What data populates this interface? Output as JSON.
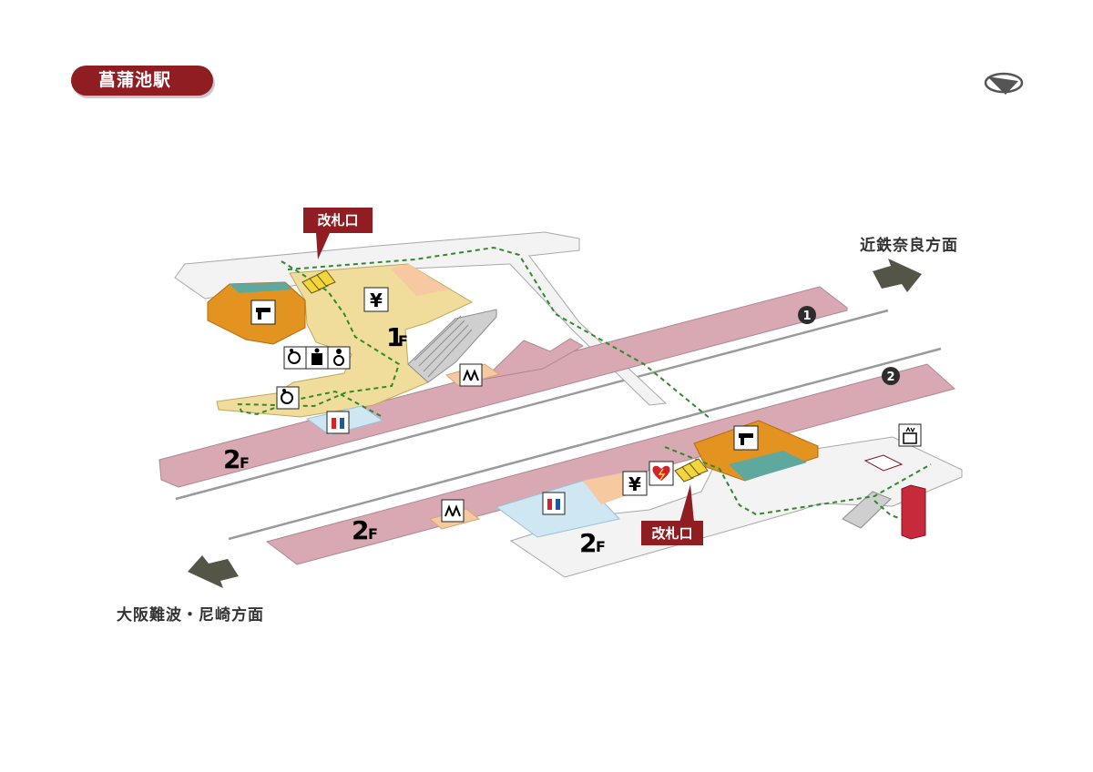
{
  "station": {
    "name": "菖蒲池駅"
  },
  "directions": {
    "nara": "近鉄奈良方面",
    "namba": "大阪難波・尼崎方面"
  },
  "platforms": {
    "one": "1",
    "two": "2"
  },
  "floors": {
    "upper_concourse": {
      "num": "1",
      "unit": "F"
    },
    "left_platform": {
      "num": "2",
      "unit": "F"
    },
    "lower_platform": {
      "num": "2",
      "unit": "F"
    },
    "right_concourse": {
      "num": "2",
      "unit": "F"
    }
  },
  "gates": {
    "north": "改札口",
    "south": "改札口"
  },
  "icons": {
    "ticket_machine_symbol": "¥",
    "accessible": "wheelchair-icon",
    "ostomate": "ostomate-icon",
    "baby": "baby-care-icon",
    "toilet": "restroom-icon",
    "bench": "waiting-bench-icon",
    "elevator": "elevator-icon",
    "aed": "aed-icon",
    "stairs": "stairs-icon",
    "office": "station-office-icon",
    "compass": "north-arrow-icon"
  },
  "colors": {
    "title_bg": "#8f1d22",
    "platform": "#d9a9b3",
    "concourse_1f": "#f0dd9c",
    "office": "#e3931f",
    "office_top": "#5ea89d",
    "restroom_area": "#cfe6f3",
    "peach_area": "#f6c9a1",
    "route": "#2f8a2a",
    "arrow": "#545447"
  }
}
